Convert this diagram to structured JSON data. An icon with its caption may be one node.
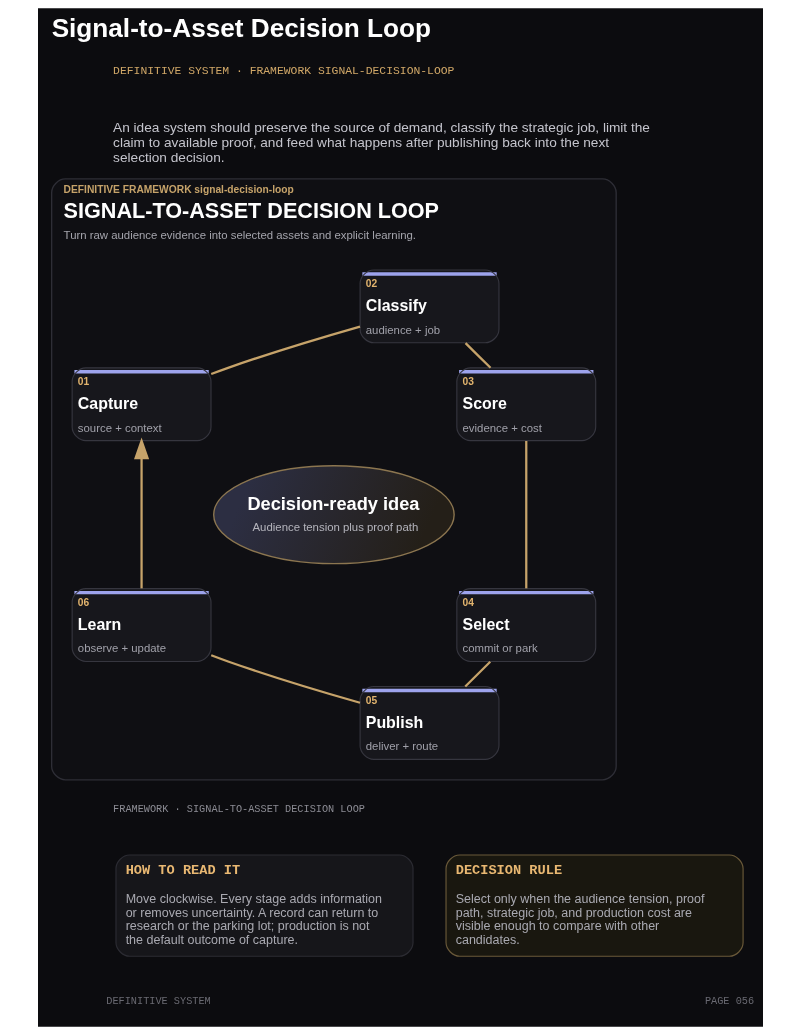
{
  "diagram": {
    "title": "Signal-to-Asset Decision Loop",
    "nodes": [
      {
        "text": [
          "DEFINITIVE FRAMEWORK signal-decision-loop",
          "SIGNAL-TO-ASSET DECISION LOOP",
          "Turn raw audience evidence into selected assets and explicit learning."
        ]
      },
      {
        "text": [
          "01",
          "Capture",
          "source + context"
        ],
        "in": 0
      },
      {
        "text": [
          "02",
          "Classify",
          "audience + job"
        ],
        "in": 0
      },
      {
        "text": [
          "03",
          "Score",
          "evidence + cost"
        ],
        "in": 0
      },
      {
        "text": [
          "Decision-ready idea",
          "Audience tension plus proof path"
        ],
        "in": 0
      },
      {
        "text": [
          "04",
          "Select",
          "commit or park"
        ],
        "in": 0
      },
      {
        "text": [
          "05",
          "Publish",
          "deliver + route"
        ],
        "in": 0
      },
      {
        "text": [
          "06",
          "Learn",
          "observe + update"
        ],
        "in": 0
      },
      {
        "text": [
          "HOW TO READ IT",
          "Move clockwise. Every stage adds information or removes uncertainty. A record can return to research or the parking lot; production is not the default outcome of capture."
        ]
      },
      {
        "text": [
          "DECISION RULE",
          "Select only when the audience tension, proof path, strategic job, and production cost are visible enough to compare with other candidates."
        ]
      }
    ],
    "edges": [
      {
        "from": 1,
        "to": 2,
        "arrow": "none"
      },
      {
        "from": 2,
        "to": 3,
        "arrow": "none"
      },
      {
        "from": 3,
        "to": 5,
        "arrow": "none"
      },
      {
        "from": 5,
        "to": 6,
        "arrow": "none"
      },
      {
        "from": 6,
        "to": 7,
        "arrow": "none"
      },
      {
        "from": 7,
        "to": 1,
        "arrow": "to"
      }
    ],
    "labels": [
      "DEFINITIVE SYSTEM · FRAMEWORK SIGNAL-DECISION-LOOP",
      "An idea system should preserve the source of demand, classify the strategic job, limit the claim to available proof, and feed what happens after publishing back into the next selection decision.",
      "FRAMEWORK · SIGNAL-TO-ASSET DECISION LOOP",
      "DEFINITIVE SYSTEM",
      "PAGE 056"
    ]
  }
}
